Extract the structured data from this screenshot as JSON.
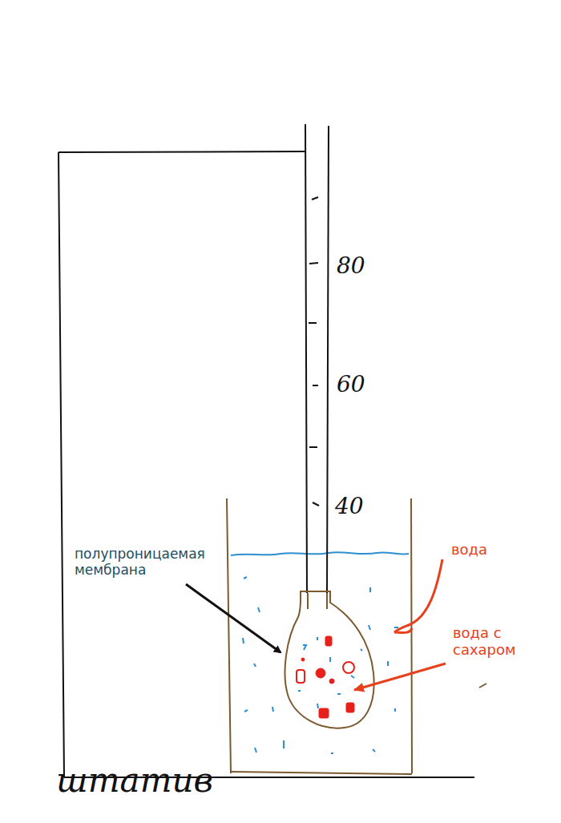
{
  "diagram": {
    "labels": [
      "80",
      "60",
      "40",
      "полупроницаемая мембрана",
      "вода",
      "вода с сахаром",
      "штатив"
    ]
  }
}
